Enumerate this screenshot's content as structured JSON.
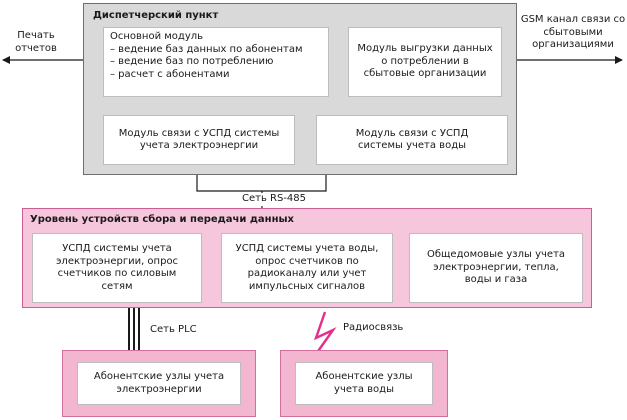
{
  "dispatch": {
    "title": "Диспетчерский пункт",
    "main_module": [
      "Основной модуль",
      "– ведение баз данных по абонентам",
      "– ведение баз по потреблению",
      "– расчет с абонентами"
    ],
    "unload_module": "Модуль выгрузки данных о потреблении в сбытовые организации",
    "comm_electric": "Модуль связи с УСПД системы учета электроэнергии",
    "comm_water": "Модуль связи с УСПД системы учета воды"
  },
  "external": {
    "reports": "Печать отчетов",
    "gsm": "GSM канал связи со сбытовыми организациями"
  },
  "network": {
    "rs485": "Сеть RS-485",
    "plc": "Сеть PLC",
    "radio": "Радиосвязь"
  },
  "collection": {
    "title": "Уровень устройств сбора и передачи данных",
    "uspd_electric": "УСПД системы учета электроэнергии, опрос счетчиков по силовым сетям",
    "uspd_water": "УСПД системы учета воды, опрос счетчиков по радиоканалу или учет импульсных сигналов",
    "common_nodes": "Общедомовые узлы учета электроэнергии, тепла, воды и газа"
  },
  "subscriber": {
    "electric": "Абонентские узлы учета электроэнергии",
    "water": "Абонентские узлы учета воды"
  },
  "colors": {
    "dispatch_bg": "#d9d9d9",
    "collection_bg": "#f6c6dc",
    "accent": "#e0308a"
  }
}
